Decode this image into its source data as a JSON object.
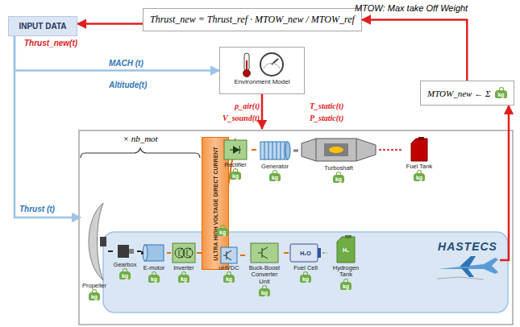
{
  "diagram": {
    "nodes": [
      {
        "text": [
          "INPUT DATA"
        ]
      },
      {
        "text": [
          "Thrust_new = Thrust_ref · MTOW_new / MTOW_ref"
        ]
      },
      {
        "text": [
          "MTOW_new ← Σ",
          "kg"
        ]
      },
      {
        "text": [
          "Environment Model"
        ]
      },
      {
        "text": [
          "ULTRA HIGH VOLTAGE DIRECT CURRENT",
          "kg"
        ]
      },
      {
        "text": [
          "Rectifier",
          "kg"
        ]
      },
      {
        "text": [
          "Generator",
          "kg"
        ]
      },
      {
        "text": [
          "Turboshaft",
          "kg"
        ]
      },
      {
        "text": [
          "Fuel Tank",
          "kg"
        ]
      },
      {
        "text": [
          "Propeller",
          "kg"
        ]
      },
      {
        "text": [
          "Gearbox",
          "kg"
        ]
      },
      {
        "text": [
          "E-motor",
          "kg"
        ]
      },
      {
        "text": [
          "Inverter",
          "kg"
        ]
      },
      {
        "text": [
          "uHVDC",
          "kg"
        ]
      },
      {
        "text": [
          "Buck-Boost Converter Unit",
          "kg"
        ]
      },
      {
        "text": [
          "Fuel Cell",
          "H₂O",
          "kg"
        ]
      },
      {
        "text": [
          "Hydrogen Tank",
          "H₂",
          "kg"
        ]
      },
      {
        "text": [
          "HASTECS"
        ]
      }
    ],
    "edges": [
      {
        "from": 1,
        "to": 0,
        "arrow": "to"
      },
      {
        "from": 2,
        "to": 1,
        "arrow": "to"
      },
      {
        "from": 17,
        "to": 2,
        "arrow": "to"
      },
      {
        "from": 0,
        "to": 3,
        "arrow": "to"
      },
      {
        "from": 0,
        "to": 9,
        "arrow": "to"
      },
      {
        "from": 9,
        "to": 10,
        "arrow": "none"
      },
      {
        "from": 10,
        "to": 11,
        "arrow": "none"
      },
      {
        "from": 11,
        "to": 12,
        "arrow": "none"
      },
      {
        "from": 12,
        "to": 4,
        "arrow": "none"
      },
      {
        "from": 4,
        "to": 5,
        "arrow": "none"
      },
      {
        "from": 5,
        "to": 6,
        "arrow": "none"
      },
      {
        "from": 6,
        "to": 7,
        "arrow": "none"
      },
      {
        "from": 7,
        "to": 8,
        "arrow": "none"
      },
      {
        "from": 4,
        "to": 13,
        "arrow": "none"
      },
      {
        "from": 13,
        "to": 14,
        "arrow": "none"
      },
      {
        "from": 14,
        "to": 15,
        "arrow": "none"
      },
      {
        "from": 15,
        "to": 16,
        "arrow": "none"
      }
    ],
    "labels": [
      "MTOW: Max take Off Weight",
      "Thrust_new(t)",
      "MACH (t)",
      "Altitude(t)",
      "ρ_air(t)",
      "V_sound(t)",
      "T_static(t)",
      "P_static(t)",
      "× nb_mot",
      "Thrust (t)"
    ]
  }
}
